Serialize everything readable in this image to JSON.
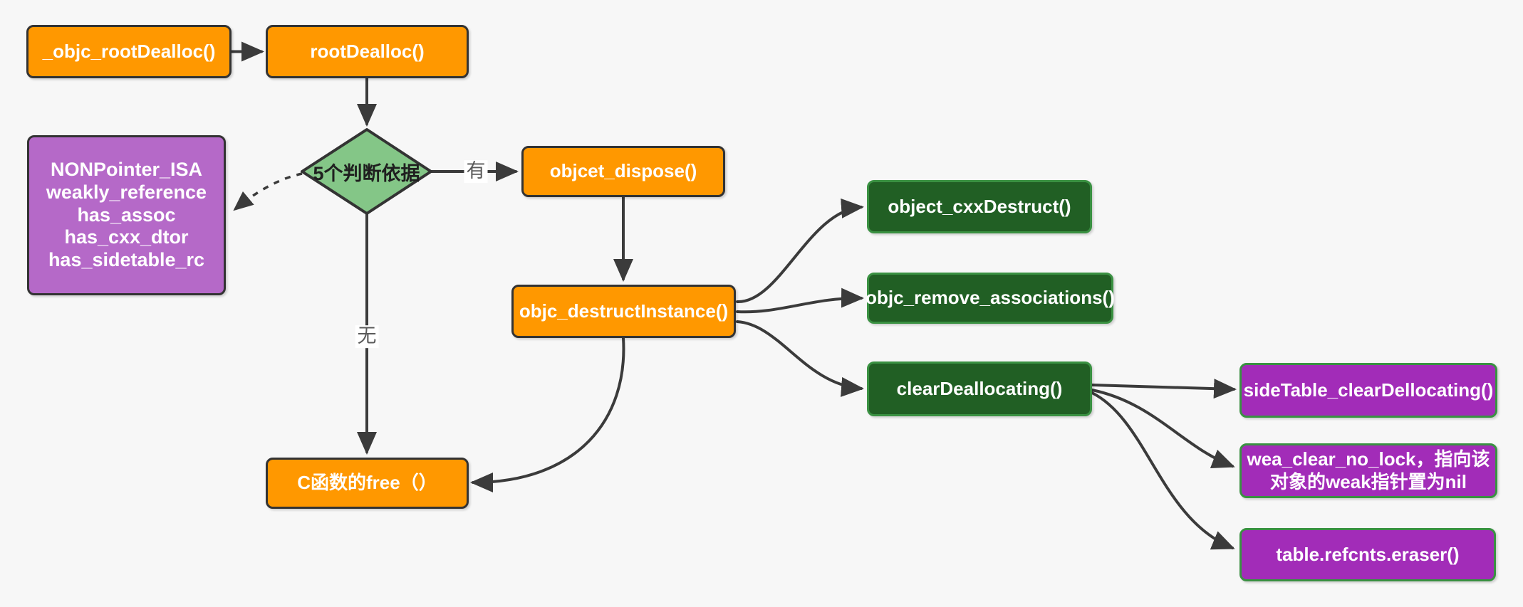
{
  "palette": {
    "bg": "#F7F7F7",
    "orange-fill": "#FF9800",
    "dark-border": "#333333",
    "diamond-fill": "#84C687",
    "purple-left-fill": "#B569C8",
    "green-fill": "#215F24",
    "green-border": "#3A9142",
    "purple-right-fill": "#A22CB8",
    "line": "#3B3B3B",
    "label": "#5A5A5A",
    "text-light": "#FFFFFF",
    "text-dark": "#1F1F1F"
  },
  "nodes": {
    "objc_root_dealloc": {
      "label": "_objc_rootDealloc()"
    },
    "root_dealloc": {
      "label": "rootDealloc()"
    },
    "judge": {
      "label": "5个判断依据"
    },
    "isa_fields": {
      "lines": [
        "NONPointer_ISA",
        "weakly_reference",
        "has_assoc",
        "has_cxx_dtor",
        "has_sidetable_rc"
      ]
    },
    "object_dispose": {
      "label": "objcet_dispose()"
    },
    "objc_destruct_instance": {
      "label": "objc_destructInstance()"
    },
    "object_cxx_destruct": {
      "label": "object_cxxDestruct()"
    },
    "objc_remove_associations": {
      "label": "objc_remove_associations()"
    },
    "clear_deallocating": {
      "label": "clearDeallocating()"
    },
    "sidetable_clear_deallocating": {
      "label": "sideTable_clearDellocating()"
    },
    "weak_clear_no_lock": {
      "lines": [
        "wea_clear_no_lock，指向该",
        "对象的weak指针置为nil"
      ]
    },
    "table_refcnts_eraser": {
      "label": "table.refcnts.eraser()"
    },
    "c_free": {
      "label": "C函数的free（）"
    }
  },
  "edge_labels": {
    "yes": "有",
    "no": "无"
  }
}
